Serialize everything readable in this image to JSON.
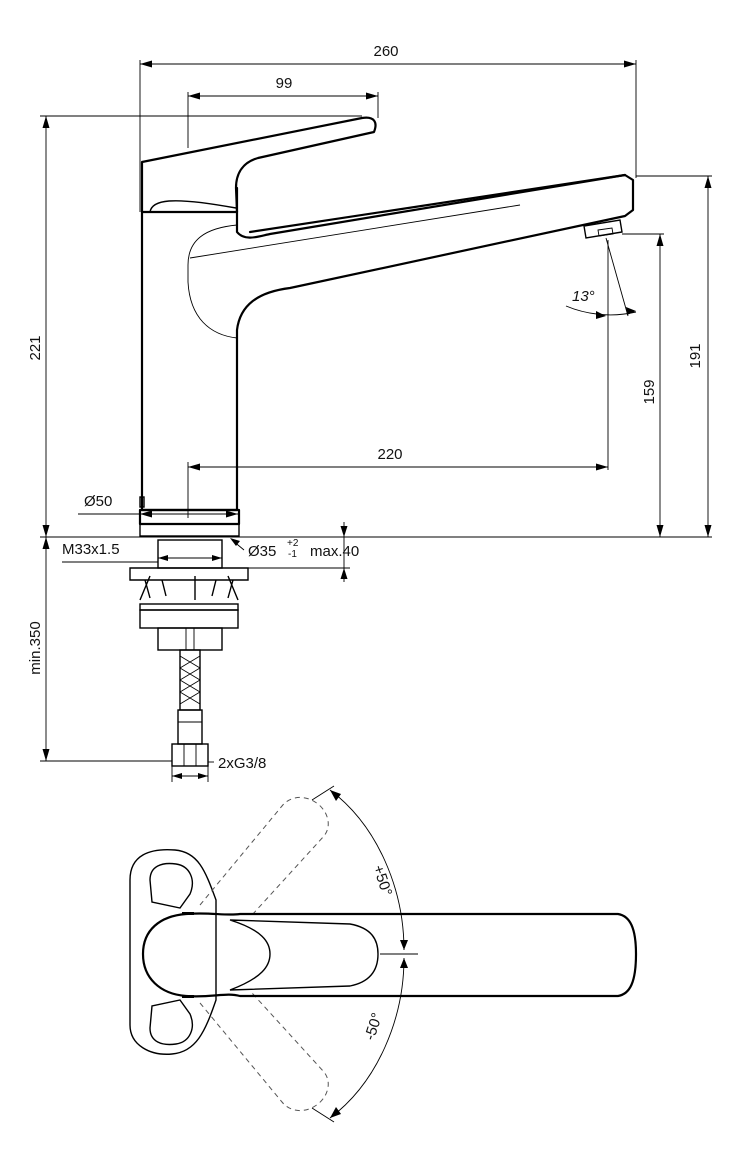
{
  "dimensions": {
    "total_length": "260",
    "lever_length": "99",
    "total_height": "221",
    "spout_height": "191",
    "outlet_height": "159",
    "reach": "220",
    "body_diameter": "Ø50",
    "thread": "M33x1.5",
    "hole_diameter": "Ø35",
    "hole_tol_upper": "+2",
    "hole_tol_lower": "-1",
    "max_thickness": "max.40",
    "min_hose": "min.350",
    "connection": "2xG3/8",
    "spout_angle": "13°",
    "rotation_plus": "+50°",
    "rotation_minus": "-50°"
  },
  "colors": {
    "line": "#000000",
    "dashed": "#555555",
    "text": "#111111"
  }
}
